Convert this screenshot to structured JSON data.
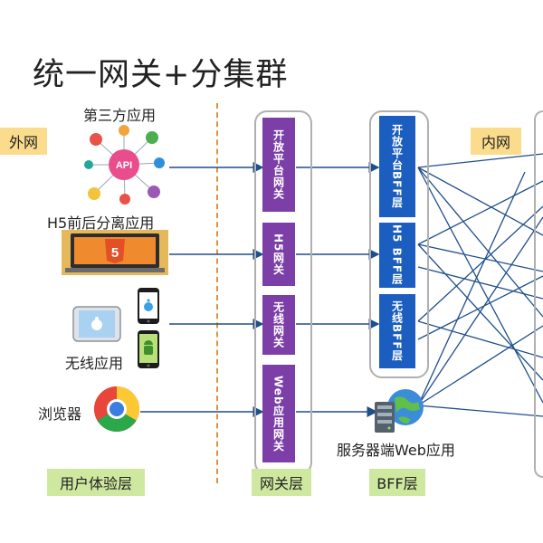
{
  "title": "统一网关+分集群",
  "zones": {
    "outer": "外网",
    "inner": "内网"
  },
  "clients": {
    "third_party": "第三方应用",
    "h5": "H5前后分离应用",
    "wireless": "无线应用",
    "browser": "浏览器",
    "api_label": "API",
    "html5_label": "5"
  },
  "gateway_items": [
    "开放平台网关",
    "H5网关",
    "无线网关",
    "Web应用网关"
  ],
  "bff_items": [
    "开放平台BFF层",
    "H5 BFF层",
    "无线BFF层"
  ],
  "server_web_app": "服务器端Web应用",
  "layer_labels": {
    "ux": "用户体验层",
    "gateway": "网关层",
    "bff": "BFF层"
  },
  "colors": {
    "gateway": "#7c3fa8",
    "bff": "#1b5ebf",
    "zone_tag": "#fbdc8c",
    "layer_tag": "#cfe89f",
    "divider": "#e2913a",
    "arrows": "#1f4e8c"
  }
}
